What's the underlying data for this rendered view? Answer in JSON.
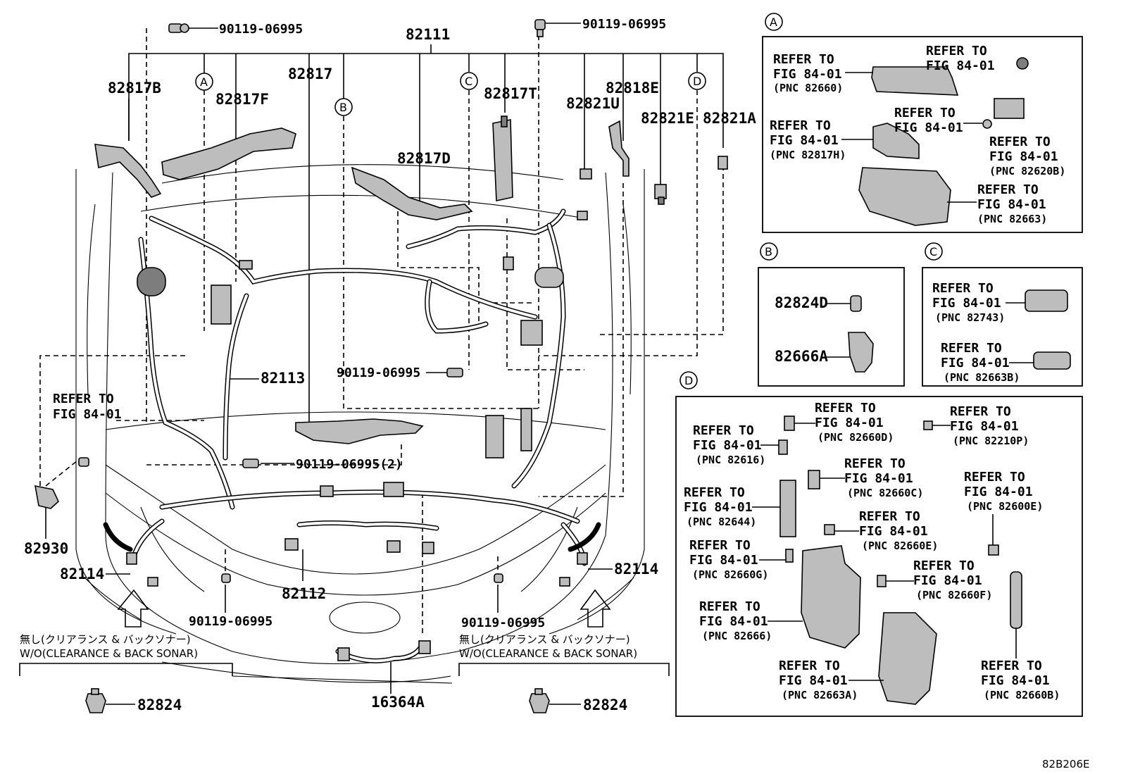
{
  "diagram_code": "82B206E",
  "part_numbers": {
    "main_harness": "82111",
    "fig_82817B": "82817B",
    "fig_82817F": "82817F",
    "fig_82817": "82817",
    "fig_82817T": "82817T",
    "fig_82818E": "82818E",
    "fig_82821U": "82821U",
    "fig_82821E": "82821E",
    "fig_82821A": "82821A",
    "fig_82817D": "82817D",
    "fig_82113": "82113",
    "fig_82930": "82930",
    "fig_82114_left": "82114",
    "fig_82114_right": "82114",
    "fig_82112": "82112",
    "fig_16364A": "16364A",
    "fig_82824_left": "82824",
    "fig_82824_right": "82824"
  },
  "bolts": {
    "top_left": "90119-06995",
    "top_center": "90119-06995",
    "mid": "90119-06995",
    "mid_x2": "90119-06995(2)",
    "bottom_left": "90119-06995",
    "bottom_right": "90119-06995"
  },
  "refer_left": {
    "line1": "REFER TO",
    "line2": "FIG 84-01"
  },
  "without_notes": {
    "left_jp": "無し(クリアランス & バックソナー)",
    "left_en": "W/O(CLEARANCE & BACK SONAR)",
    "right_jp": "無し(クリアランス & バックソナー)",
    "right_en": "W/O(CLEARANCE & BACK SONAR)"
  },
  "detail_markers": {
    "a": "A",
    "b": "B",
    "c": "C",
    "d": "D"
  },
  "detail_a": [
    {
      "line1": "REFER TO",
      "line2": "FIG 84-01",
      "pnc": "(PNC 82660)"
    },
    {
      "line1": "REFER TO",
      "line2": "FIG 84-01",
      "pnc": ""
    },
    {
      "line1": "REFER TO",
      "line2": "FIG 84-01",
      "pnc": "(PNC 82817H)"
    },
    {
      "line1": "REFER TO",
      "line2": "FIG 84-01",
      "pnc": ""
    },
    {
      "line1": "REFER TO",
      "line2": "FIG 84-01",
      "pnc": "(PNC 82620B)"
    },
    {
      "line1": "REFER TO",
      "line2": "FIG 84-01",
      "pnc": "(PNC 82663)"
    }
  ],
  "detail_b": {
    "part1": "82824D",
    "part2": "82666A"
  },
  "detail_c": [
    {
      "line1": "REFER TO",
      "line2": "FIG 84-01",
      "pnc": "(PNC 82743)"
    },
    {
      "line1": "REFER TO",
      "line2": "FIG 84-01",
      "pnc": "(PNC 82663B)"
    }
  ],
  "detail_d": [
    {
      "line1": "REFER TO",
      "line2": "FIG 84-01",
      "pnc": "(PNC 82660D)"
    },
    {
      "line1": "REFER TO",
      "line2": "FIG 84-01",
      "pnc": "(PNC 82210P)"
    },
    {
      "line1": "REFER TO",
      "line2": "FIG 84-01",
      "pnc": "(PNC 82616)"
    },
    {
      "line1": "REFER TO",
      "line2": "FIG 84-01",
      "pnc": "(PNC 82660C)"
    },
    {
      "line1": "REFER TO",
      "line2": "FIG 84-01",
      "pnc": "(PNC 82600E)"
    },
    {
      "line1": "REFER TO",
      "line2": "FIG 84-01",
      "pnc": "(PNC 82644)"
    },
    {
      "line1": "REFER TO",
      "line2": "FIG 84-01",
      "pnc": "(PNC 82660E)"
    },
    {
      "line1": "REFER TO",
      "line2": "FIG 84-01",
      "pnc": "(PNC 82660G)"
    },
    {
      "line1": "REFER TO",
      "line2": "FIG 84-01",
      "pnc": "(PNC 82660F)"
    },
    {
      "line1": "REFER TO",
      "line2": "FIG 84-01",
      "pnc": "(PNC 82666)"
    },
    {
      "line1": "REFER TO",
      "line2": "FIG 84-01",
      "pnc": "(PNC 82663A)"
    },
    {
      "line1": "REFER TO",
      "line2": "FIG 84-01",
      "pnc": "(PNC 82660B)"
    }
  ]
}
